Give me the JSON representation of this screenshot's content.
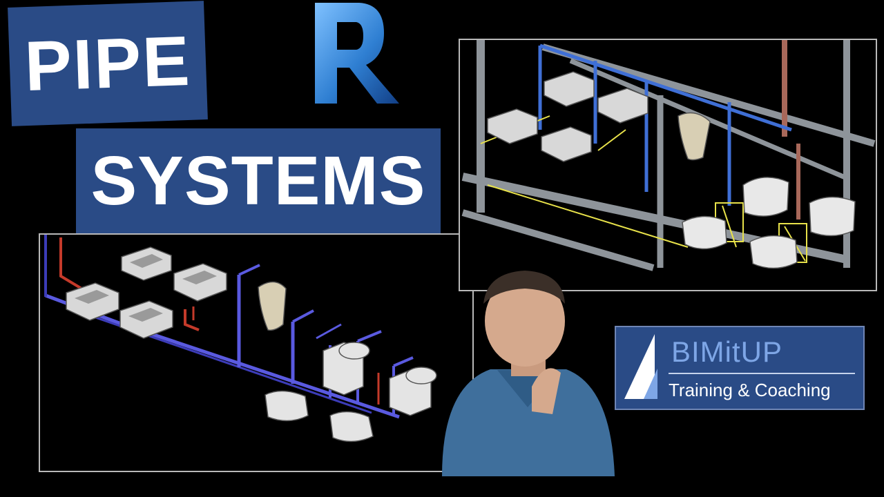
{
  "title": {
    "line1": "PIPE",
    "line2": "SYSTEMS"
  },
  "logo": {
    "letter": "R",
    "icon": "revit-logo-icon"
  },
  "brand": {
    "name": "BIMitUP",
    "tagline": "Training & Coaching",
    "icon": "sail-logo-icon"
  },
  "colors": {
    "title_bg": "#2a4b86",
    "pipe_blue": "#5a5ae0",
    "pipe_red": "#c43a2a",
    "pipe_gray": "#8e949a",
    "pipe_yellow": "#e8e24a",
    "fixture": "#d8d8d8"
  }
}
